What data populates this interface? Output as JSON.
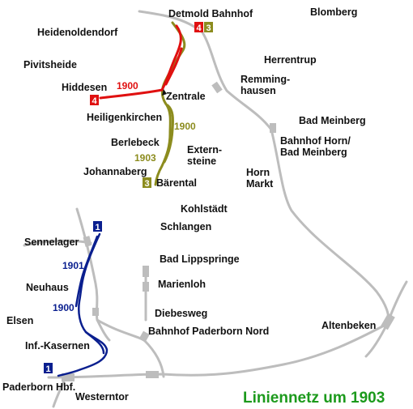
{
  "title": "Liniennetz um 1903",
  "colors": {
    "rail": "#bdbdbd",
    "line1": "#0a1f8f",
    "line3": "#8c8c1e",
    "line4": "#e01010",
    "title": "#1c9a1c"
  },
  "places": {
    "detmold_bahnhof": "Detmold Bahnhof",
    "blomberg": "Blomberg",
    "heidenoldendorf": "Heidenoldendorf",
    "pivitsheide": "Pivitsheide",
    "herrentrup": "Herrentrup",
    "remminghausen_1": "Remming-",
    "remminghausen_2": "hausen",
    "hiddesen": "Hiddesen",
    "zentrale": "Zentrale",
    "heiligenkirchen": "Heiligenkirchen",
    "bad_meinberg": "Bad Meinberg",
    "berlebeck": "Berlebeck",
    "externsteine_1": "Extern-",
    "externsteine_2": "steine",
    "bahnhof_horn_1": "Bahnhof Horn/",
    "bahnhof_horn_2": "Bad Meinberg",
    "horn_1": "Horn",
    "horn_2": "Markt",
    "johannaberg": "Johannaberg",
    "baerental": "Bärental",
    "kohlstaedt": "Kohlstädt",
    "schlangen": "Schlangen",
    "sennelager": "Sennelager",
    "bad_lippspringe": "Bad Lippspringe",
    "marienloh": "Marienloh",
    "neuhaus": "Neuhaus",
    "elsen": "Elsen",
    "diebesweg": "Diebesweg",
    "bahnhof_paderborn_nord": "Bahnhof Paderborn Nord",
    "altenbeken": "Altenbeken",
    "inf_kasernen": "Inf.-Kasernen",
    "paderborn_hbf": "Paderborn Hbf.",
    "westerntor": "Westerntor"
  },
  "years": {
    "line4_hiddesen": "1900",
    "line3_heiligenkirchen": "1900",
    "line3_johannaberg": "1903",
    "line1_sennelager": "1901",
    "line1_neuhaus": "1900"
  },
  "lines": {
    "line1": "1",
    "line3": "3",
    "line4": "4"
  }
}
